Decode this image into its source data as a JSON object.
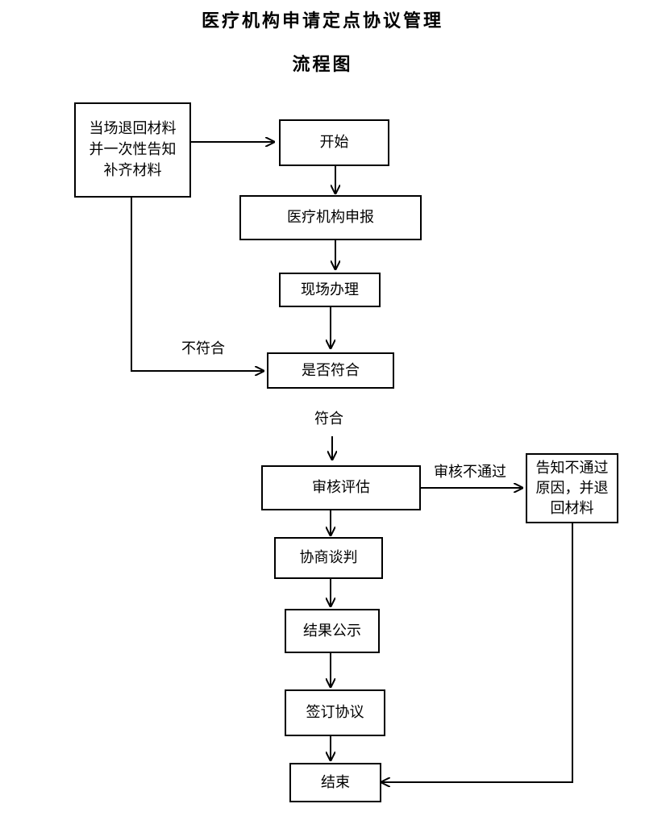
{
  "title": "医疗机构申请定点协议管理",
  "subtitle": "流程图",
  "nodes": {
    "return_materials": "当场退回材料\n并一次性告知\n补齐材料",
    "start": "开始",
    "apply": "医疗机构申报",
    "onsite": "现场办理",
    "check": "是否符合",
    "review": "审核评估",
    "notify_fail": "告知不通过\n原因，并退\n回材料",
    "negotiate": "协商谈判",
    "publicize": "结果公示",
    "sign": "签订协议",
    "end": "结束"
  },
  "edge_labels": {
    "not_compliant": "不符合",
    "compliant": "符合",
    "review_fail": "审核不通过"
  }
}
